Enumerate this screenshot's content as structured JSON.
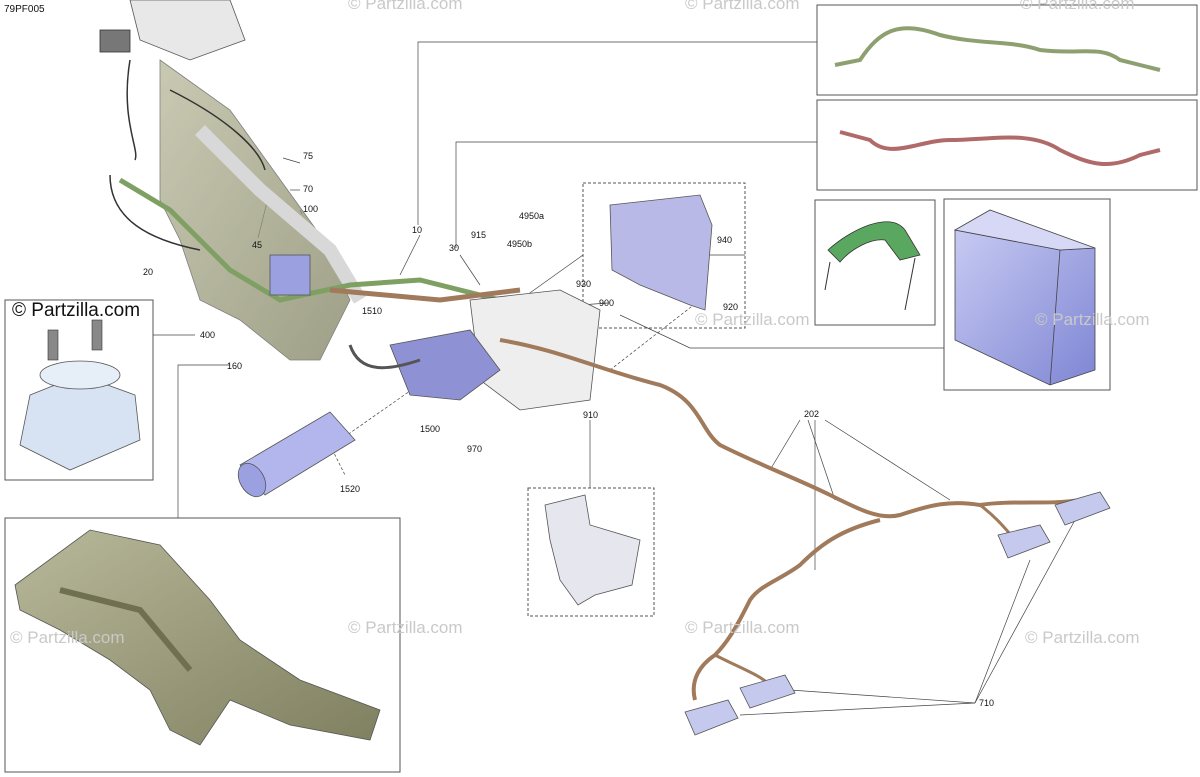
{
  "diagram_code": "79PF005",
  "brand_label": "© Partzilla.com",
  "watermark_text": "© Partzilla.com",
  "part_labels": {
    "p75": "75",
    "p70": "70",
    "p100": "100",
    "p45": "45",
    "p20": "20",
    "p10": "10",
    "p30": "30",
    "p915": "915",
    "p4950a": "4950a",
    "p4950b": "4950b",
    "p940": "940",
    "p930": "930",
    "p920": "920",
    "p900": "900",
    "p1510": "1510",
    "p400": "400",
    "p160": "160",
    "p1500": "1500",
    "p910": "910",
    "p970": "970",
    "p1520": "1520",
    "p202": "202",
    "p710": "710"
  },
  "colors": {
    "harness": "#a07a5a",
    "harness_green": "#7fa063",
    "frame": "#8a8a6a",
    "battery": "#9aa0e0",
    "cover": "#b9b9e8",
    "strap": "#5aa860",
    "cable_red": "#b06a6a",
    "leader": "#444444",
    "box_border": "#555555"
  }
}
